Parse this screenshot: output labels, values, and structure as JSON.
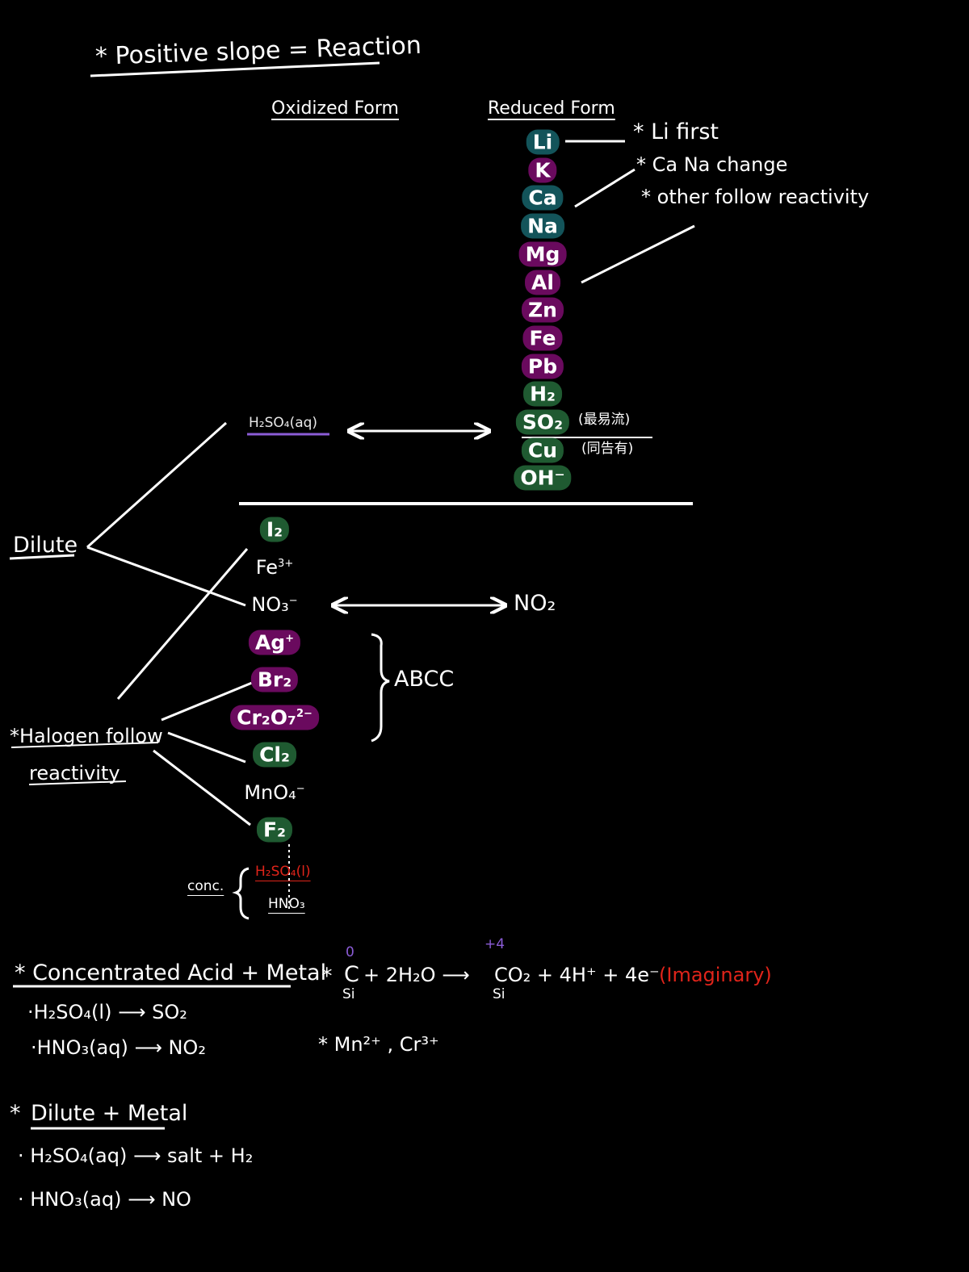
{
  "colors": {
    "background": "#000000",
    "ink": "#ffffff",
    "teal": "#13545a",
    "purple": "#6a0a5e",
    "green": "#1f5a31",
    "red": "#e0241a",
    "violet": "#8b5cd6"
  },
  "header": {
    "title": "* Positive slope = Reaction",
    "oxidized_col": "Oxidized Form",
    "reduced_col": "Reduced Form"
  },
  "notes": {
    "li_first": "* Li first",
    "ca_na": "* Ca Na change",
    "other": "* other follow reactivity"
  },
  "reduced_series": [
    {
      "label": "Li",
      "color": "teal"
    },
    {
      "label": "K",
      "color": "purple"
    },
    {
      "label": "Ca",
      "color": "teal"
    },
    {
      "label": "Na",
      "color": "teal"
    },
    {
      "label": "Mg",
      "color": "purple"
    },
    {
      "label": "Al",
      "color": "purple"
    },
    {
      "label": "Zn",
      "color": "purple"
    },
    {
      "label": "Fe",
      "color": "purple"
    },
    {
      "label": "Pb",
      "color": "purple"
    },
    {
      "label": "H₂",
      "color": "green"
    },
    {
      "label": "SO₂",
      "color": "green"
    },
    {
      "label": "Cu",
      "color": "green"
    },
    {
      "label": "OH⁻",
      "color": "green"
    }
  ],
  "reduced_notes": {
    "so2": "(最易流)",
    "cu": "(同告有)"
  },
  "middle": {
    "h2so4_dilute": "H₂SO₄(aq)",
    "no2": "NO₂",
    "abcc": "ABCC"
  },
  "oxidized_series": [
    {
      "label": "I₂",
      "color": "green"
    },
    {
      "label": "Fe",
      "sup": "3+",
      "color": "none"
    },
    {
      "label": "NO₃",
      "sup": "−",
      "color": "none"
    },
    {
      "label": "Ag",
      "sup": "+",
      "color": "purple"
    },
    {
      "label": "Br₂",
      "color": "purple"
    },
    {
      "label": "Cr₂O₇",
      "sup": "2−",
      "color": "purple"
    },
    {
      "label": "Cl₂",
      "color": "green"
    },
    {
      "label": "MnO₄",
      "sup": "−",
      "color": "none"
    },
    {
      "label": "F₂",
      "color": "green"
    }
  ],
  "side": {
    "dilute": "Dilute",
    "halogen_1": "*Halogen follow",
    "halogen_2": "reactivity",
    "conc": "conc.",
    "h2so4_conc": "H₂SO₄(l)",
    "hno3": "HNO₃"
  },
  "conc_section": {
    "title": "* Concentrated Acid + Metal",
    "line1": "·H₂SO₄(l) ⟶ SO₂",
    "line2": "·HNO₃(aq) ⟶ NO₂"
  },
  "carbon_eq": {
    "star": "*",
    "ox_c": "0",
    "c": "C",
    "si1": "Si",
    "rest": "+ 2H₂O ⟶",
    "ox_co2": "+4",
    "co2": "CO₂ + 4H⁺ + 4e⁻",
    "si2": "Si",
    "imaginary": "(Imaginary)"
  },
  "ions_note": "*  Mn²⁺ , Cr³⁺",
  "dilute_section": {
    "title": "Dilute + Metal",
    "star": "*",
    "line1": "· H₂SO₄(aq) ⟶ salt + H₂",
    "line2": "· HNO₃(aq) ⟶ NO"
  }
}
